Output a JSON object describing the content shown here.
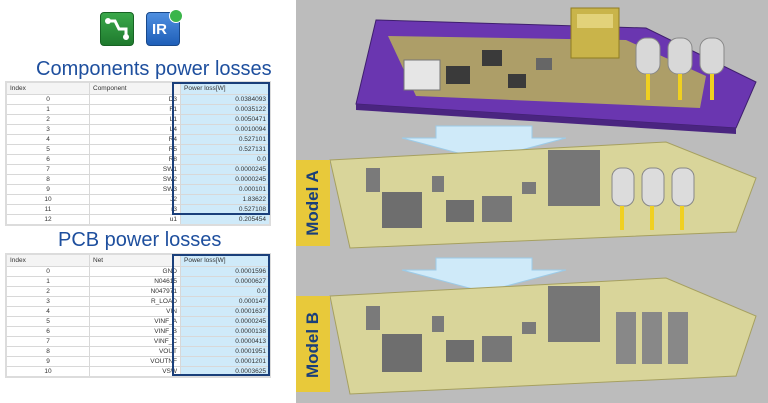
{
  "icons": {
    "route": "route-icon",
    "ir": "ir-icon",
    "ir_text": "IR"
  },
  "components": {
    "title": "Components power losses",
    "headers": {
      "index": "Index",
      "name": "Component",
      "loss": "Power loss[W]"
    },
    "rows": [
      {
        "index": "0",
        "name": "D3",
        "loss": "0.0384093"
      },
      {
        "index": "1",
        "name": "F1",
        "loss": "0.0035122"
      },
      {
        "index": "2",
        "name": "L1",
        "loss": "0.0050471"
      },
      {
        "index": "3",
        "name": "L4",
        "loss": "0.0010094"
      },
      {
        "index": "4",
        "name": "R4",
        "loss": "0.527101"
      },
      {
        "index": "5",
        "name": "R5",
        "loss": "0.527131"
      },
      {
        "index": "6",
        "name": "R8",
        "loss": "0.0"
      },
      {
        "index": "7",
        "name": "SW1",
        "loss": "0.0000245"
      },
      {
        "index": "8",
        "name": "SW2",
        "loss": "0.0000245"
      },
      {
        "index": "9",
        "name": "SW3",
        "loss": "0.000101"
      },
      {
        "index": "10",
        "name": "J2",
        "loss": "1.83622"
      },
      {
        "index": "11",
        "name": "r3",
        "loss": "0.527108"
      },
      {
        "index": "12",
        "name": "u1",
        "loss": "0.205454"
      }
    ]
  },
  "pcb": {
    "title": "PCB power losses",
    "headers": {
      "index": "Index",
      "name": "Net",
      "loss": "Power loss[W]"
    },
    "rows": [
      {
        "index": "0",
        "name": "GND",
        "loss": "0.0001596"
      },
      {
        "index": "1",
        "name": "N04615",
        "loss": "0.0000627"
      },
      {
        "index": "2",
        "name": "N047971",
        "loss": "0.0"
      },
      {
        "index": "3",
        "name": "R_LOAD",
        "loss": "0.000147"
      },
      {
        "index": "4",
        "name": "VIN",
        "loss": "0.0001637"
      },
      {
        "index": "5",
        "name": "VINF_A",
        "loss": "0.0000245"
      },
      {
        "index": "6",
        "name": "VINF_B",
        "loss": "0.0000138"
      },
      {
        "index": "7",
        "name": "VINF_C",
        "loss": "0.0000413"
      },
      {
        "index": "8",
        "name": "VOUT",
        "loss": "0.0001951"
      },
      {
        "index": "9",
        "name": "VOUTNF",
        "loss": "0.0001201"
      },
      {
        "index": "10",
        "name": "VSW",
        "loss": "0.0003625"
      }
    ]
  },
  "models": {
    "a_label": "Model A",
    "b_label": "Model B"
  },
  "colors": {
    "title_blue": "#1e4f9e",
    "loss_column": "#cfeaf9",
    "pcb_purple": "#6a36b0",
    "model_base": "#d9d59a",
    "label_yellow": "#e8c93a"
  }
}
